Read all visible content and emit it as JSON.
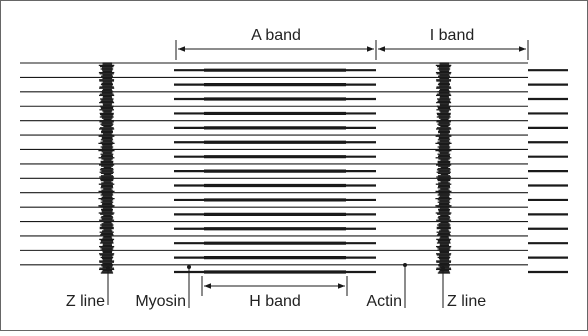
{
  "diagram": {
    "labels": {
      "a_band": "A band",
      "i_band": "I band",
      "h_band": "H band",
      "z_line_left": "Z line",
      "myosin": "Myosin",
      "actin": "Actin",
      "z_line_right": "Z line"
    },
    "colors": {
      "stroke": "#1a1a1a",
      "text": "#222222",
      "border": "#666666",
      "background": "#ffffff"
    }
  }
}
